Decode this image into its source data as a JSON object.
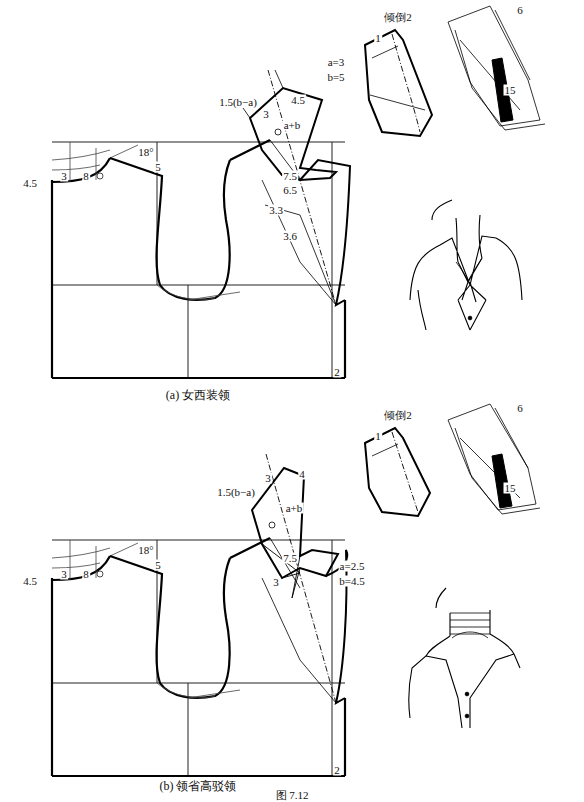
{
  "diagram": {
    "caption": "图 7.12",
    "labels": [
      "4.5",
      "3",
      "8",
      "18°",
      "5",
      "1.5(b−a)",
      "3",
      "4.5",
      "a+b",
      "a=3",
      "b=5",
      "倾倒2",
      "1",
      "6",
      "15",
      "7.5",
      "6.5",
      "3.3",
      "3.6",
      "2",
      "(a) 女西装领",
      "4.5",
      "3",
      "8",
      "18°",
      "5",
      "1.5(b−a)",
      "4",
      "3",
      "a+b",
      "倾倒2",
      "1",
      "6",
      "15",
      "7.5",
      "3",
      "a=2.5",
      "b=4.5",
      "2",
      "(b) 领省高驳领"
    ]
  }
}
